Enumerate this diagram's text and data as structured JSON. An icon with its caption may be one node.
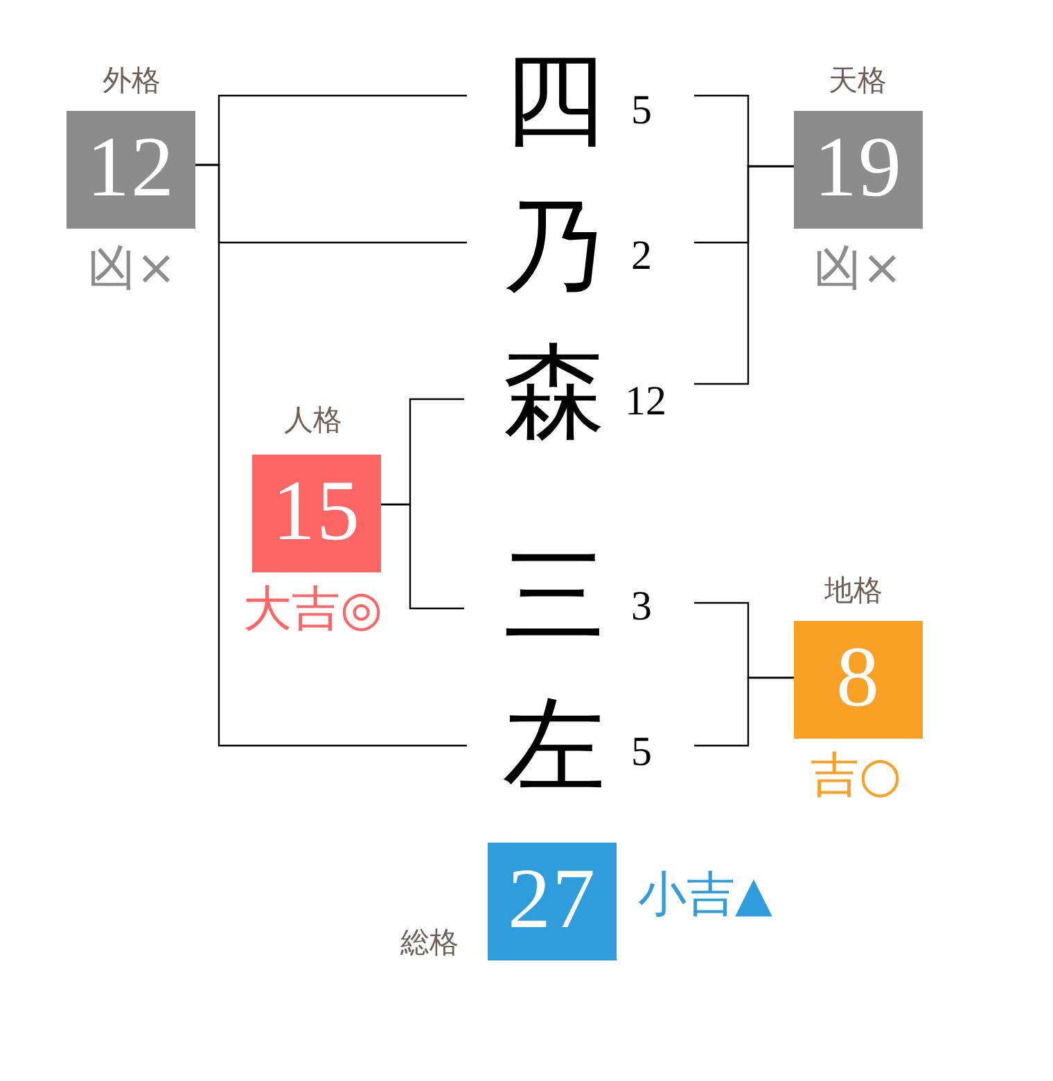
{
  "diagram": {
    "nodes": [
      {
        "text": [
          "外格",
          "12"
        ],
        "beside": [
          "凶×"
        ]
      },
      {
        "text": [
          "四"
        ],
        "beside": [
          "5"
        ]
      },
      {
        "text": [
          "天格",
          "19"
        ],
        "beside": [
          "凶×"
        ]
      },
      {
        "text": [
          "乃"
        ],
        "beside": [
          "2"
        ]
      },
      {
        "text": [
          "森"
        ],
        "beside": [
          "12"
        ]
      },
      {
        "text": [
          "人格",
          "15"
        ],
        "beside": [
          "大吉◎"
        ]
      },
      {
        "text": [
          "三"
        ],
        "beside": [
          "3"
        ]
      },
      {
        "text": [
          "地格",
          "8"
        ],
        "beside": [
          "吉○"
        ]
      },
      {
        "text": [
          "左"
        ],
        "beside": [
          "5"
        ]
      },
      {
        "text": [
          "総格",
          "27"
        ],
        "beside": [
          "小吉▲"
        ]
      }
    ],
    "edges": [
      {
        "from": 1,
        "to": 0,
        "arrow": "none"
      },
      {
        "from": 3,
        "to": 0,
        "arrow": "none"
      },
      {
        "from": 8,
        "to": 0,
        "arrow": "none"
      },
      {
        "from": 1,
        "to": 2,
        "arrow": "none"
      },
      {
        "from": 3,
        "to": 2,
        "arrow": "none"
      },
      {
        "from": 4,
        "to": 2,
        "arrow": "none"
      },
      {
        "from": 4,
        "to": 5,
        "arrow": "none"
      },
      {
        "from": 6,
        "to": 5,
        "arrow": "none"
      },
      {
        "from": 6,
        "to": 7,
        "arrow": "none"
      },
      {
        "from": 8,
        "to": 7,
        "arrow": "none"
      }
    ]
  }
}
